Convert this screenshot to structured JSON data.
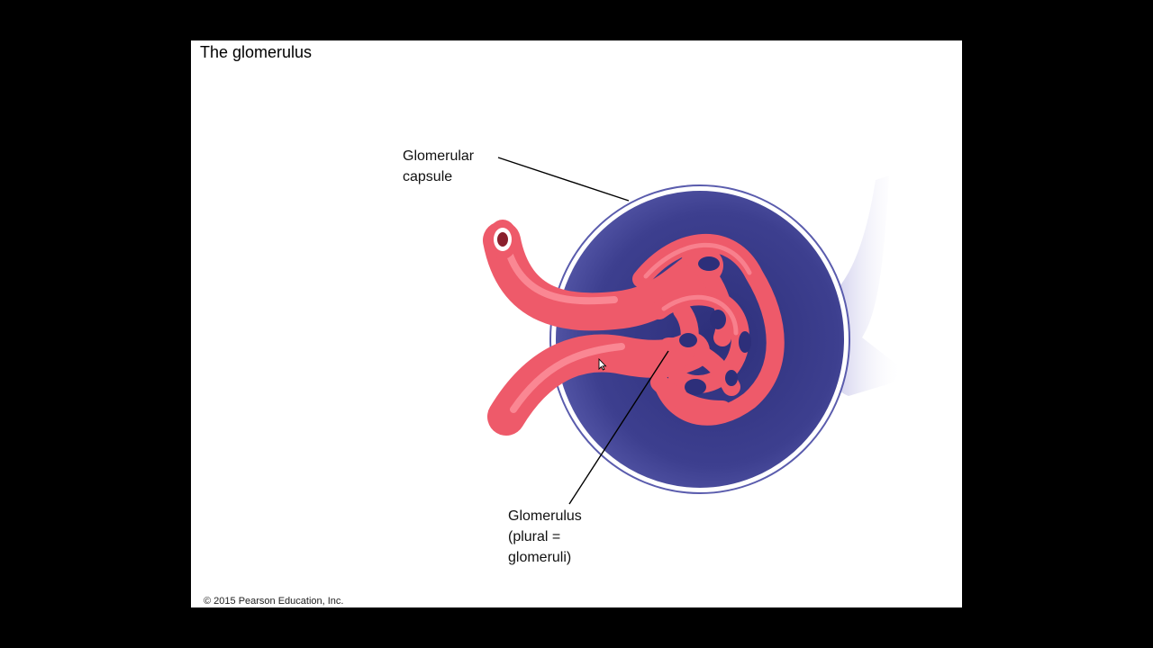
{
  "slide": {
    "title": "The glomerulus",
    "copyright": "© 2015 Pearson Education, Inc."
  },
  "labels": {
    "capsule": {
      "line1": "Glomerular",
      "line2": "capsule"
    },
    "glomerulus": {
      "line1": "Glomerulus",
      "line2": "(plural =",
      "line3": "glomeruli)"
    }
  },
  "colors": {
    "background": "#000000",
    "slide": "#ffffff",
    "capsule_fill": "#3d3f8f",
    "capsule_outline": "#5a5cad",
    "vessel": "#ee5a6a",
    "vessel_highlight": "#ff9aa5",
    "tubule": "#c9c7ec"
  },
  "icons": {
    "cursor": "mouse-pointer-icon"
  }
}
